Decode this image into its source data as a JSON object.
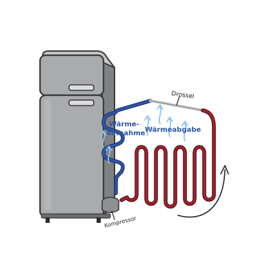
{
  "diagram": {
    "labels": {
      "drossel": "Drossel",
      "waermeaufnahme_line1": "Wärme-",
      "waermeaufnahme_line2": "aufnahme",
      "waermeabgabe": "Wärmeabgabe",
      "kompressor": "Kompressor"
    },
    "colors": {
      "fridge_body": "#a9abad",
      "fridge_outline": "#3a3b3d",
      "cold_pipe": "#2f55a8",
      "hot_pipe": "#a3202a",
      "heat_arrows": "#8ec6ee",
      "label_blue": "#2f55a8",
      "ink": "#222222"
    }
  }
}
